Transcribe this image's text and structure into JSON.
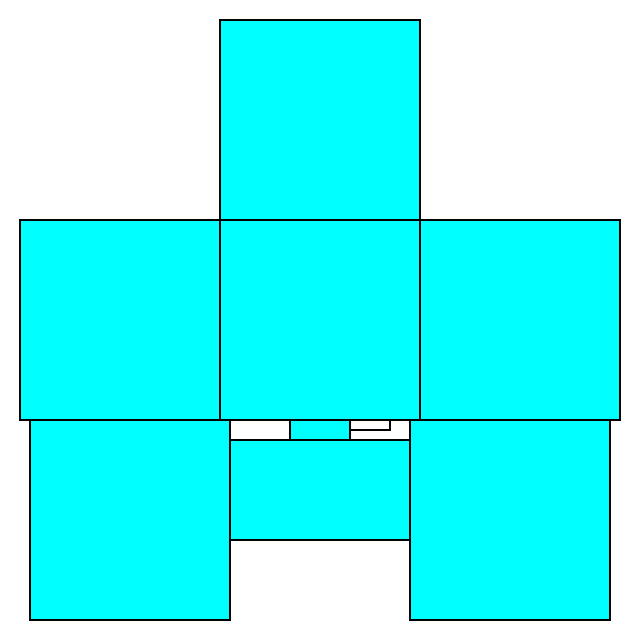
{
  "diagram": {
    "fill_color": "#00ffff",
    "stroke_color": "#000000",
    "background_color": "#ffffff",
    "shapes": [
      {
        "id": "top-square"
      },
      {
        "id": "left-square"
      },
      {
        "id": "center-square"
      },
      {
        "id": "right-square"
      },
      {
        "id": "bottom-left-square"
      },
      {
        "id": "bottom-right-square"
      },
      {
        "id": "bottom-center-rectangle"
      },
      {
        "id": "small-center-rectangle"
      },
      {
        "id": "tiny-outline-rectangle"
      }
    ]
  }
}
